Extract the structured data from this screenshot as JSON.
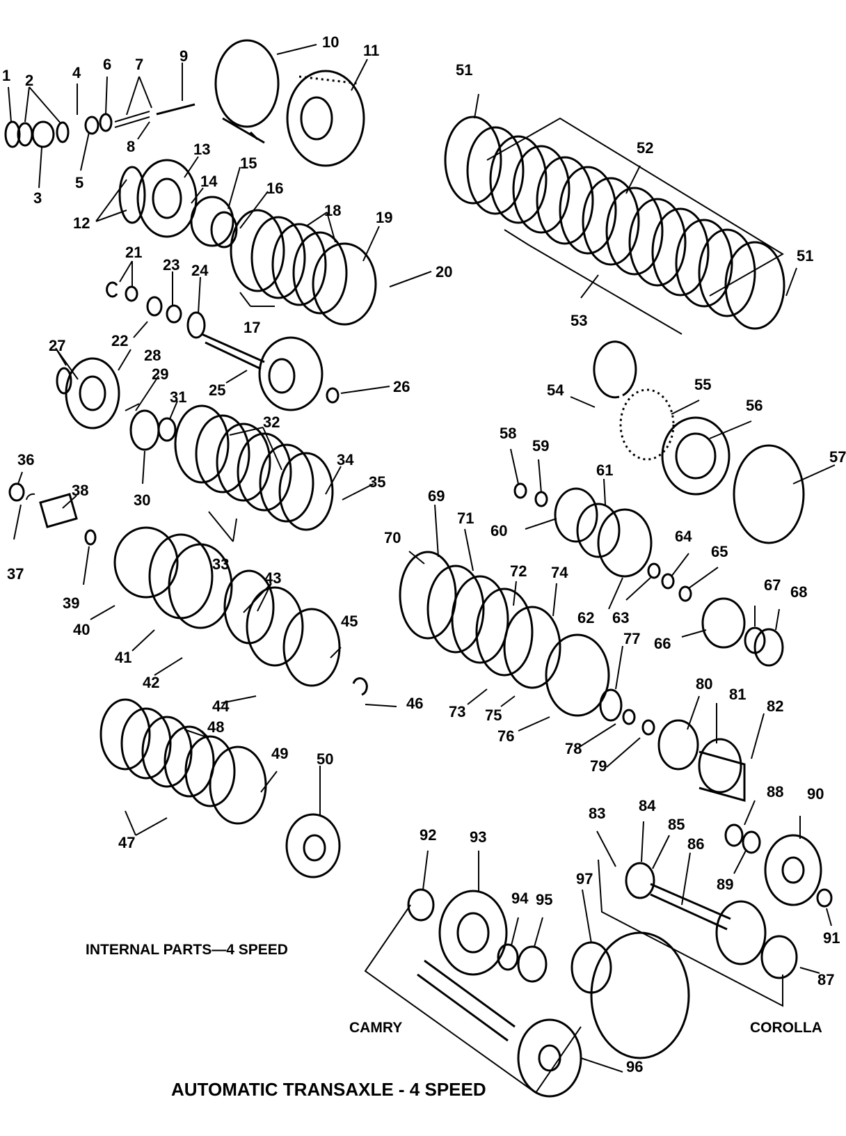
{
  "captions": {
    "internal": "INTERNAL PARTS—4 SPEED",
    "camry": "CAMRY",
    "corolla": "COROLLA",
    "title": "AUTOMATIC TRANSAXLE - 4 SPEED"
  },
  "labels": [
    "1",
    "2",
    "3",
    "4",
    "5",
    "6",
    "7",
    "8",
    "9",
    "10",
    "11",
    "12",
    "13",
    "14",
    "15",
    "16",
    "17",
    "18",
    "19",
    "20",
    "21",
    "22",
    "23",
    "24",
    "25",
    "26",
    "27",
    "28",
    "29",
    "30",
    "31",
    "32",
    "33",
    "34",
    "35",
    "36",
    "37",
    "38",
    "39",
    "40",
    "41",
    "42",
    "43",
    "44",
    "45",
    "46",
    "47",
    "48",
    "49",
    "50",
    "51",
    "51",
    "52",
    "53",
    "54",
    "55",
    "56",
    "57",
    "58",
    "59",
    "60",
    "61",
    "62",
    "63",
    "64",
    "65",
    "66",
    "67",
    "68",
    "69",
    "70",
    "71",
    "72",
    "73",
    "74",
    "75",
    "76",
    "77",
    "78",
    "79",
    "80",
    "81",
    "82",
    "83",
    "84",
    "85",
    "86",
    "87",
    "88",
    "89",
    "90",
    "91",
    "92",
    "93",
    "94",
    "95",
    "96",
    "97"
  ]
}
